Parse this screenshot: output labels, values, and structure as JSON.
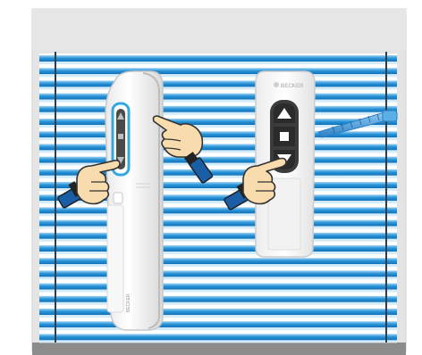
{
  "illustration": {
    "subject": "two-remote-controls-operating-venetian-blind",
    "colors": {
      "frame": "#e4e4e4",
      "frame_edge": "#d2d2d2",
      "window_glass": "#ffffff",
      "slat_blue": "#1f8fd6",
      "slat_light": "#bfe3f7",
      "ladder_cord": "#2f3d4a",
      "remote_body": "#f3f3f3",
      "remote_shadow": "#cfcfcf",
      "button_dark": "#444444",
      "accent_blue": "#33a8e0",
      "hand_skin": "#f8dcae",
      "hand_outline": "#333333",
      "cuff_blue": "#1b5ea8",
      "cuff_dark": "#222222",
      "antenna_blue": "#4aa3e0"
    },
    "remote_right": {
      "brand_text": "BECKER",
      "buttons": [
        "up-arrow",
        "stop-square",
        "down-arrow"
      ]
    },
    "remote_left": {
      "brand_text": "BECKER",
      "buttons": [
        "up-arrow",
        "stop-square",
        "down-arrow"
      ]
    }
  }
}
